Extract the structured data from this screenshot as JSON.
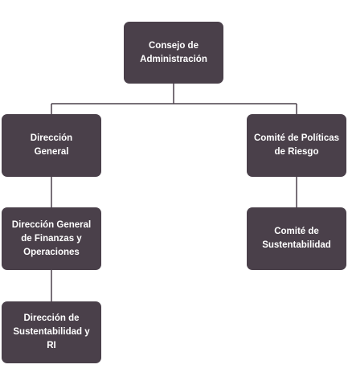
{
  "org_chart": {
    "nodes": {
      "consejo": "Consejo de\nAdministración",
      "direccion_general": "Dirección\nGeneral",
      "comite_riesgo": "Comité de Políticas\nde Riesgo",
      "finanzas": "Dirección General\nde Finanzas y\nOperaciones",
      "sustentabilidad_comite": "Comité de\nSustentabilidad",
      "sustentabilidad_ri": "Dirección de\nSustentabilidad y RI"
    },
    "colors": {
      "box_fill": "#4a404a",
      "box_text": "#ffffff",
      "connector": "#4a404a"
    }
  }
}
